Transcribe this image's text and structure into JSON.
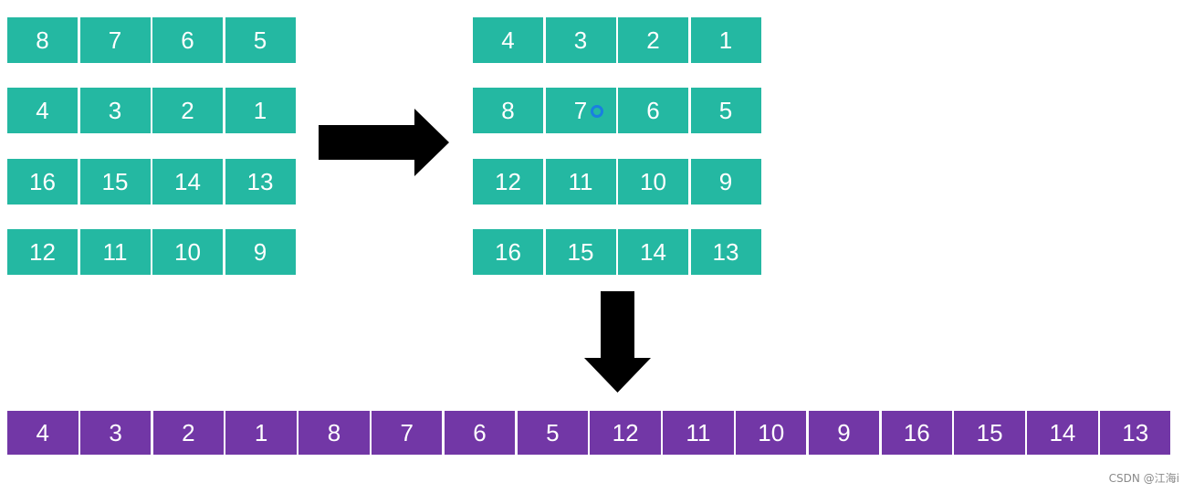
{
  "colors": {
    "teal": "#24b8a2",
    "purple": "#7237a6",
    "arrow": "#000000"
  },
  "left_grid": [
    [
      "8",
      "7",
      "6",
      "5"
    ],
    [
      "4",
      "3",
      "2",
      "1"
    ],
    [
      "16",
      "15",
      "14",
      "13"
    ],
    [
      "12",
      "11",
      "10",
      "9"
    ]
  ],
  "right_grid": [
    [
      "4",
      "3",
      "2",
      "1"
    ],
    [
      "8",
      "7",
      "6",
      "5"
    ],
    [
      "12",
      "11",
      "10",
      "9"
    ],
    [
      "16",
      "15",
      "14",
      "13"
    ]
  ],
  "strip": [
    "4",
    "3",
    "2",
    "1",
    "8",
    "7",
    "6",
    "5",
    "12",
    "11",
    "10",
    "9",
    "16",
    "15",
    "14",
    "13"
  ],
  "watermark": "CSDN @江海i"
}
